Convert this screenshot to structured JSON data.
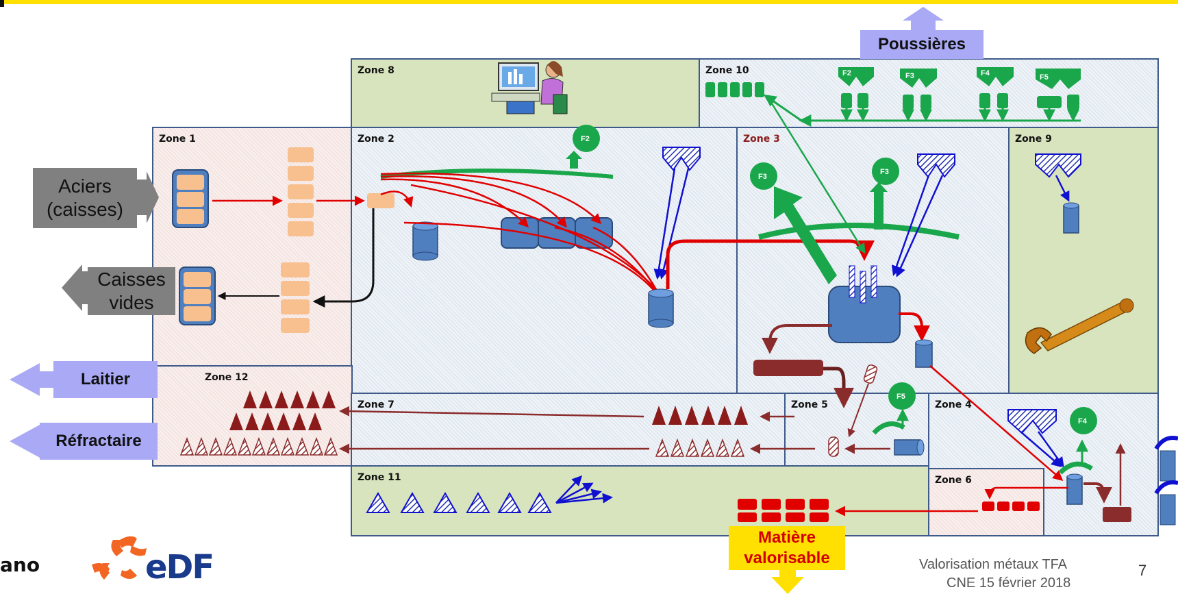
{
  "zones": {
    "z1": "Zone 1",
    "z2": "Zone 2",
    "z3": "Zone 3",
    "z4": "Zone 4",
    "z5": "Zone 5",
    "z6": "Zone 6",
    "z7": "Zone 7",
    "z8": "Zone 8",
    "z9": "Zone 9",
    "z10": "Zone 10",
    "z11": "Zone 11",
    "z12": "Zone 12"
  },
  "labels": {
    "aciers_line1": "Aciers",
    "aciers_line2": "(caisses)",
    "caisses_line1": "Caisses",
    "caisses_line2": "vides",
    "laitier": "Laitier",
    "refractaire": "Réfractaire",
    "poussieres": "Poussières",
    "matiere_line1": "Matière",
    "matiere_line2": "valorisable"
  },
  "filters": {
    "f2": "F2",
    "f3": "F3",
    "f4": "F4",
    "f5": "F5"
  },
  "footer": {
    "logo_partial": "ano",
    "edf": "eDF",
    "title": "Valorisation métaux  TFA",
    "date": "CNE 15 février 2018",
    "page": "7"
  },
  "colors": {
    "accent_yellow": "#ffe000",
    "flow_red": "#e00000",
    "flow_blue": "#1010d0",
    "flow_green": "#1aa64a",
    "flow_brown": "#8b2c2c",
    "container_blue": "#4f7fbf",
    "box_orange": "#f8c08e",
    "edf_orange": "#f26522",
    "edf_blue": "#1a3b8c"
  }
}
